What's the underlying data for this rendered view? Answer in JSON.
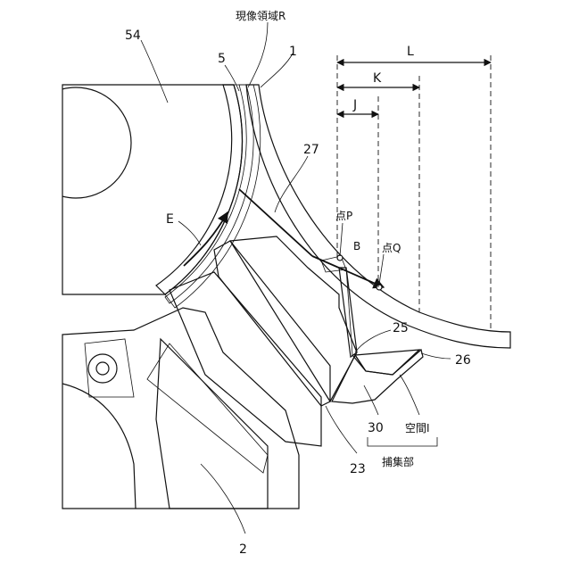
{
  "labels": {
    "development_region": "現像領域R",
    "ref_54": "54",
    "ref_5": "5",
    "ref_1": "1",
    "ref_27": "27",
    "ref_E": "E",
    "point_p": "点P",
    "point_b": "B",
    "point_q": "点Q",
    "ref_25": "25",
    "ref_26": "26",
    "ref_30": "30",
    "space_i": "空間I",
    "collection_part": "捕集部",
    "ref_23": "23",
    "ref_2": "2",
    "dim_L": "L",
    "dim_K": "K",
    "dim_J": "J"
  }
}
